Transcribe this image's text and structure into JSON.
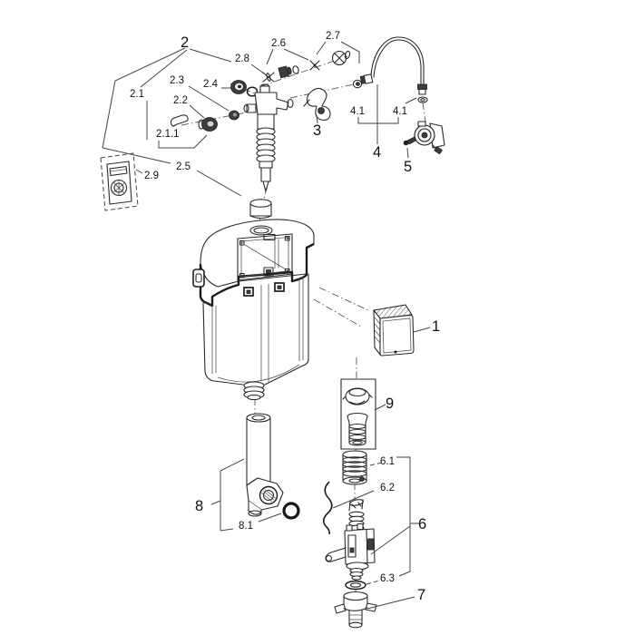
{
  "colors": {
    "background": "#ffffff",
    "line": "#2a2a2a",
    "dark_fill": "#3d3d3d"
  },
  "diagram": {
    "labels": [
      {
        "id": "2",
        "text": "2"
      },
      {
        "id": "2.1",
        "text": "2.1"
      },
      {
        "id": "2.1.1",
        "text": "2.1.1"
      },
      {
        "id": "2.2",
        "text": "2.2"
      },
      {
        "id": "2.3",
        "text": "2.3"
      },
      {
        "id": "2.4",
        "text": "2.4"
      },
      {
        "id": "2.5",
        "text": "2.5"
      },
      {
        "id": "2.6",
        "text": "2.6"
      },
      {
        "id": "2.7",
        "text": "2.7"
      },
      {
        "id": "2.8",
        "text": "2.8"
      },
      {
        "id": "2.9",
        "text": "2.9"
      },
      {
        "id": "3",
        "text": "3"
      },
      {
        "id": "4",
        "text": "4"
      },
      {
        "id": "4.1-left",
        "text": "4.1"
      },
      {
        "id": "4.1-right",
        "text": "4.1"
      },
      {
        "id": "5",
        "text": "5"
      },
      {
        "id": "1",
        "text": "1"
      },
      {
        "id": "9",
        "text": "9"
      },
      {
        "id": "6.1",
        "text": "6.1"
      },
      {
        "id": "6.2",
        "text": "6.2"
      },
      {
        "id": "6",
        "text": "6"
      },
      {
        "id": "6.3",
        "text": "6.3"
      },
      {
        "id": "7",
        "text": "7"
      },
      {
        "id": "8",
        "text": "8"
      },
      {
        "id": "8.1",
        "text": "8.1"
      }
    ]
  }
}
